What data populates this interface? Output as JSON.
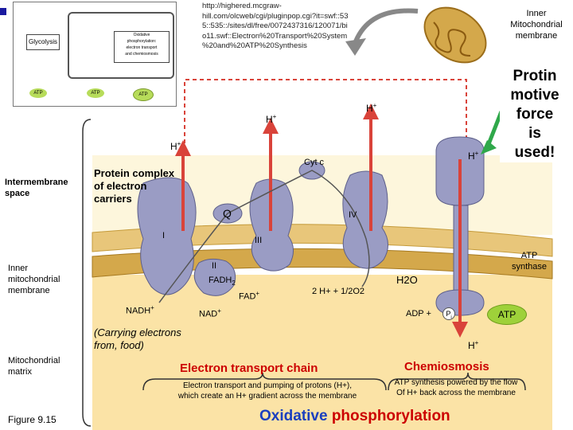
{
  "bullet_color": "#1a1aa0",
  "overview": {
    "glycolysis": "Glycolysis",
    "oxphos_lines": [
      "Oxidative",
      "phosphorylation:",
      "electron transport",
      "and chemiosmosis"
    ],
    "atp": "ATP"
  },
  "url_lines": [
    "http://highered.mcgraw-",
    "hill.com/olcweb/cgi/pluginpop.cgi?it=swf::53",
    "5::535::/sites/dl/free/0072437316/120071/bi",
    "o11.swf::Electron%20Transport%20System",
    "%20and%20ATP%20Synthesis"
  ],
  "inner_mito_membrane_top": [
    "Inner",
    "Mitochondrial",
    "membrane"
  ],
  "proton_motive": [
    "Protin",
    "motive",
    "force",
    "is",
    "used!"
  ],
  "left_labels": {
    "intermembrane": [
      "Intermembrane",
      "space"
    ],
    "inner_membrane": [
      "Inner",
      "mitochondrial",
      "membrane"
    ],
    "matrix": [
      "Mitochondrial",
      "matrix"
    ],
    "figure": "Figure 9.15"
  },
  "diagram": {
    "h_plus": "H",
    "plus_sup": "+",
    "cyt_c": "Cyt c",
    "protein_complex": [
      "Protein complex",
      "of electron",
      "carriers"
    ],
    "q": "Q",
    "complex_i": "I",
    "complex_ii": "II",
    "complex_iii": "III",
    "complex_iv": "IV",
    "fadh2": "FADH",
    "fadh2_sub": "2",
    "fad": "FAD",
    "nadh": "NADH",
    "nad": "NAD",
    "water_eq": "2 H+ + 1/2O2",
    "h2o": "H2O",
    "adp": "ADP +",
    "pi": "P",
    "pi_sub": "i",
    "atp": "ATP",
    "atp_synthase": [
      "ATP",
      "synthase"
    ],
    "carrying": [
      "(Carrying electrons",
      "from, food)"
    ]
  },
  "etc_title": "Electron transport chain",
  "etc_desc": [
    "Electron transport and pumping of protons (H+),",
    "which create an H+ gradient across the membrane"
  ],
  "chemi_title": "Chemiosmosis",
  "chemi_desc": [
    "ATP synthesis powered by the flow",
    "Of H+ back across the membrane"
  ],
  "oxphos_title_a": "Oxidative",
  "oxphos_title_b": "phosphorylation",
  "colors": {
    "membrane_tan": "#e8c67a",
    "membrane_gold": "#d4a84b",
    "matrix": "#fbe3a6",
    "intermembrane": "#fdf6dc",
    "protein": "#9a9cc4",
    "red_arrow": "#d9433a",
    "etc_red": "#cc0000",
    "atp_green": "#9ed13a",
    "oxphos_blue": "#1a3fbf",
    "oxphos_red": "#cc0000"
  }
}
